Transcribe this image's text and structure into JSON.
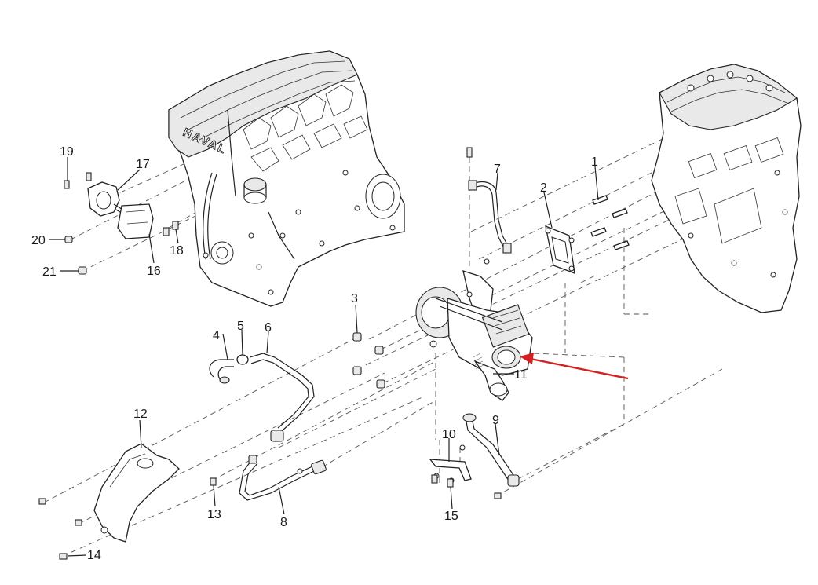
{
  "diagram": {
    "engine_badge": "HAVAL",
    "callouts": [
      {
        "id": "c1",
        "text": "1"
      },
      {
        "id": "c2",
        "text": "2"
      },
      {
        "id": "c3",
        "text": "3"
      },
      {
        "id": "c4",
        "text": "4"
      },
      {
        "id": "c5",
        "text": "5"
      },
      {
        "id": "c6",
        "text": "6"
      },
      {
        "id": "c7",
        "text": "7"
      },
      {
        "id": "c8",
        "text": "8"
      },
      {
        "id": "c9",
        "text": "9"
      },
      {
        "id": "c10",
        "text": "10"
      },
      {
        "id": "c11",
        "text": "11"
      },
      {
        "id": "c12",
        "text": "12"
      },
      {
        "id": "c13",
        "text": "13"
      },
      {
        "id": "c14",
        "text": "14"
      },
      {
        "id": "c15",
        "text": "15"
      },
      {
        "id": "c16",
        "text": "16"
      },
      {
        "id": "c17",
        "text": "17"
      },
      {
        "id": "c18",
        "text": "18"
      },
      {
        "id": "c19",
        "text": "19"
      },
      {
        "id": "c20",
        "text": "20"
      },
      {
        "id": "c21",
        "text": "21"
      }
    ],
    "highlight_color": "#d42020",
    "line_color": "#222222"
  }
}
